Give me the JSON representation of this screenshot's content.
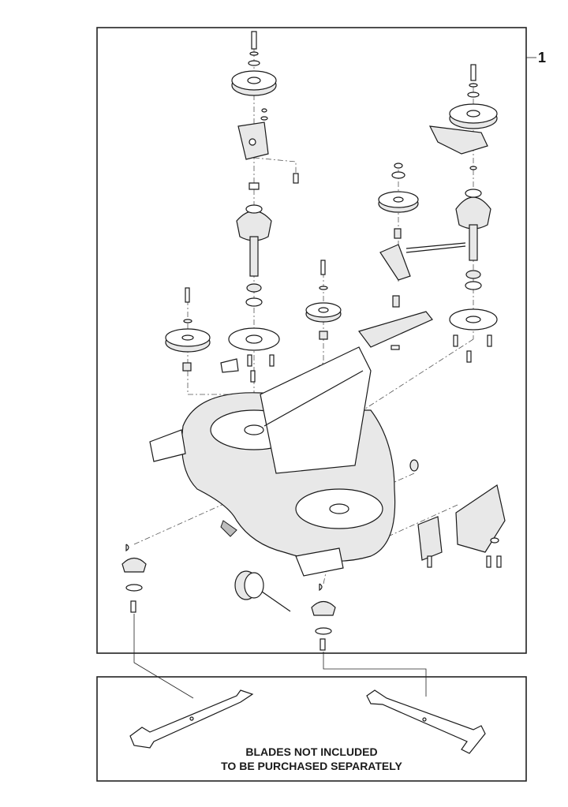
{
  "callout": {
    "number": "1"
  },
  "blade_box": {
    "line1": "BLADES NOT INCLUDED",
    "line2": "TO BE PURCHASED SEPARATELY"
  },
  "colors": {
    "line": "#1a1a1a",
    "background": "#ffffff",
    "shade": "#e8e8e8"
  }
}
